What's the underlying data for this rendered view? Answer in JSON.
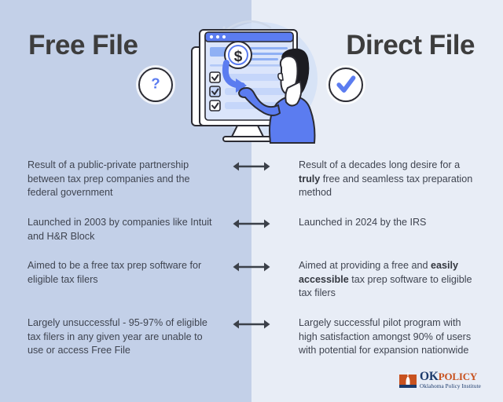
{
  "colors": {
    "left_background": "#c3d0e8",
    "right_background": "#e8edf6",
    "title_text": "#3d3d3d",
    "body_text": "#3f4450",
    "accent_blue": "#4f74ee",
    "illustration_blue": "#5b7cf0",
    "logo_navy": "#1b3a6b",
    "logo_orange": "#c8521f"
  },
  "headers": {
    "left": "Free File",
    "right": "Direct File"
  },
  "badges": {
    "left": {
      "icon": "question-mark-icon",
      "glyph": "?"
    },
    "right": {
      "icon": "check-mark-icon",
      "glyph": "✔"
    }
  },
  "illustration": {
    "name": "tax-filing-illustration",
    "elements": [
      "desktop-monitor",
      "browser-window",
      "checklist-checkboxes",
      "dollar-coin-icon",
      "curved-arrow",
      "person-pointing"
    ]
  },
  "rows": [
    {
      "connector": "double-headed-arrow-icon",
      "left": {
        "text": "Result of a public-private partnership between tax prep companies and the federal government",
        "bold": []
      },
      "right": {
        "text": "Result of a decades long desire for a truly free and seamless tax preparation method",
        "bold": [
          "truly"
        ]
      }
    },
    {
      "connector": "double-headed-arrow-icon",
      "left": {
        "text": "Launched in 2003 by companies like Intuit and H&R Block",
        "bold": []
      },
      "right": {
        "text": "Launched in 2024 by the IRS",
        "bold": []
      }
    },
    {
      "connector": "double-headed-arrow-icon",
      "left": {
        "text": "Aimed to be a free tax prep software for eligible tax filers",
        "bold": []
      },
      "right": {
        "text": "Aimed at providing a free and easily accessible tax prep software to eligible tax filers",
        "bold": [
          "easily accessible"
        ]
      }
    },
    {
      "connector": "double-headed-arrow-icon",
      "left": {
        "text": "Largely unsuccessful - 95-97% of eligible tax filers in any given year are unable to use or access Free File",
        "bold": []
      },
      "right": {
        "text": "Largely successful pilot program with high satisfaction amongst 90% of users with potential for expansion nationwide",
        "bold": []
      }
    }
  ],
  "logo": {
    "name": "okpolicy-logo",
    "wordmark_primary": "OK",
    "wordmark_secondary": "POLICY",
    "tagline": "Oklahoma Policy Institute"
  }
}
